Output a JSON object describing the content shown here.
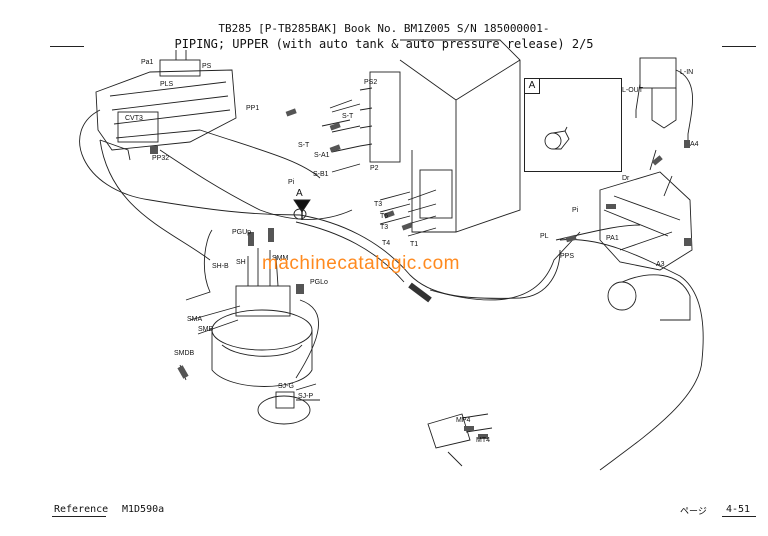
{
  "header": {
    "line1": "TB285  [P-TB285BAK]  Book No. BM1Z005  S/N 185000001-",
    "line2": "PIPING; UPPER (with auto tank & auto pressure release) 2/5"
  },
  "footer": {
    "reference_label": "Reference",
    "reference_code": "M1D590a",
    "page_word": "ページ",
    "page_number": "4-51"
  },
  "watermark": "machinecatalogic.com",
  "detail_box_label": "A",
  "view_arrow_label": "A",
  "labels": {
    "pa1_top": "Pa1",
    "ps": "PS",
    "pls": "PLS",
    "pp1": "PP1",
    "cvt3": "CVT3",
    "pp32": "PP32",
    "pi": "Pi",
    "ps2": "PS2",
    "s_t_top": "S-T",
    "s_t": "S-T",
    "s_a1": "S-A1",
    "p2": "P2",
    "s_b1": "S-B1",
    "t3_top": "T3",
    "t6": "T6",
    "t3": "T3",
    "t4": "T4",
    "t1": "T1",
    "pgup": "PGUp",
    "sh_b": "SH-B",
    "sh": "SH",
    "smm": "SMM",
    "pglo": "PGLo",
    "sma": "SMA",
    "smb": "SMB",
    "smdb": "SMDB",
    "sj_g": "SJ-G",
    "sj_p": "SJ-P",
    "mp4": "MP4",
    "mt4": "MT4",
    "l_in": "L-IN",
    "l_out": "L-OUT",
    "a4": "A4",
    "dr": "Dr",
    "pi_right": "Pi",
    "pl": "PL",
    "pa1_right": "PA1",
    "pps": "PPS",
    "a3": "A3"
  }
}
